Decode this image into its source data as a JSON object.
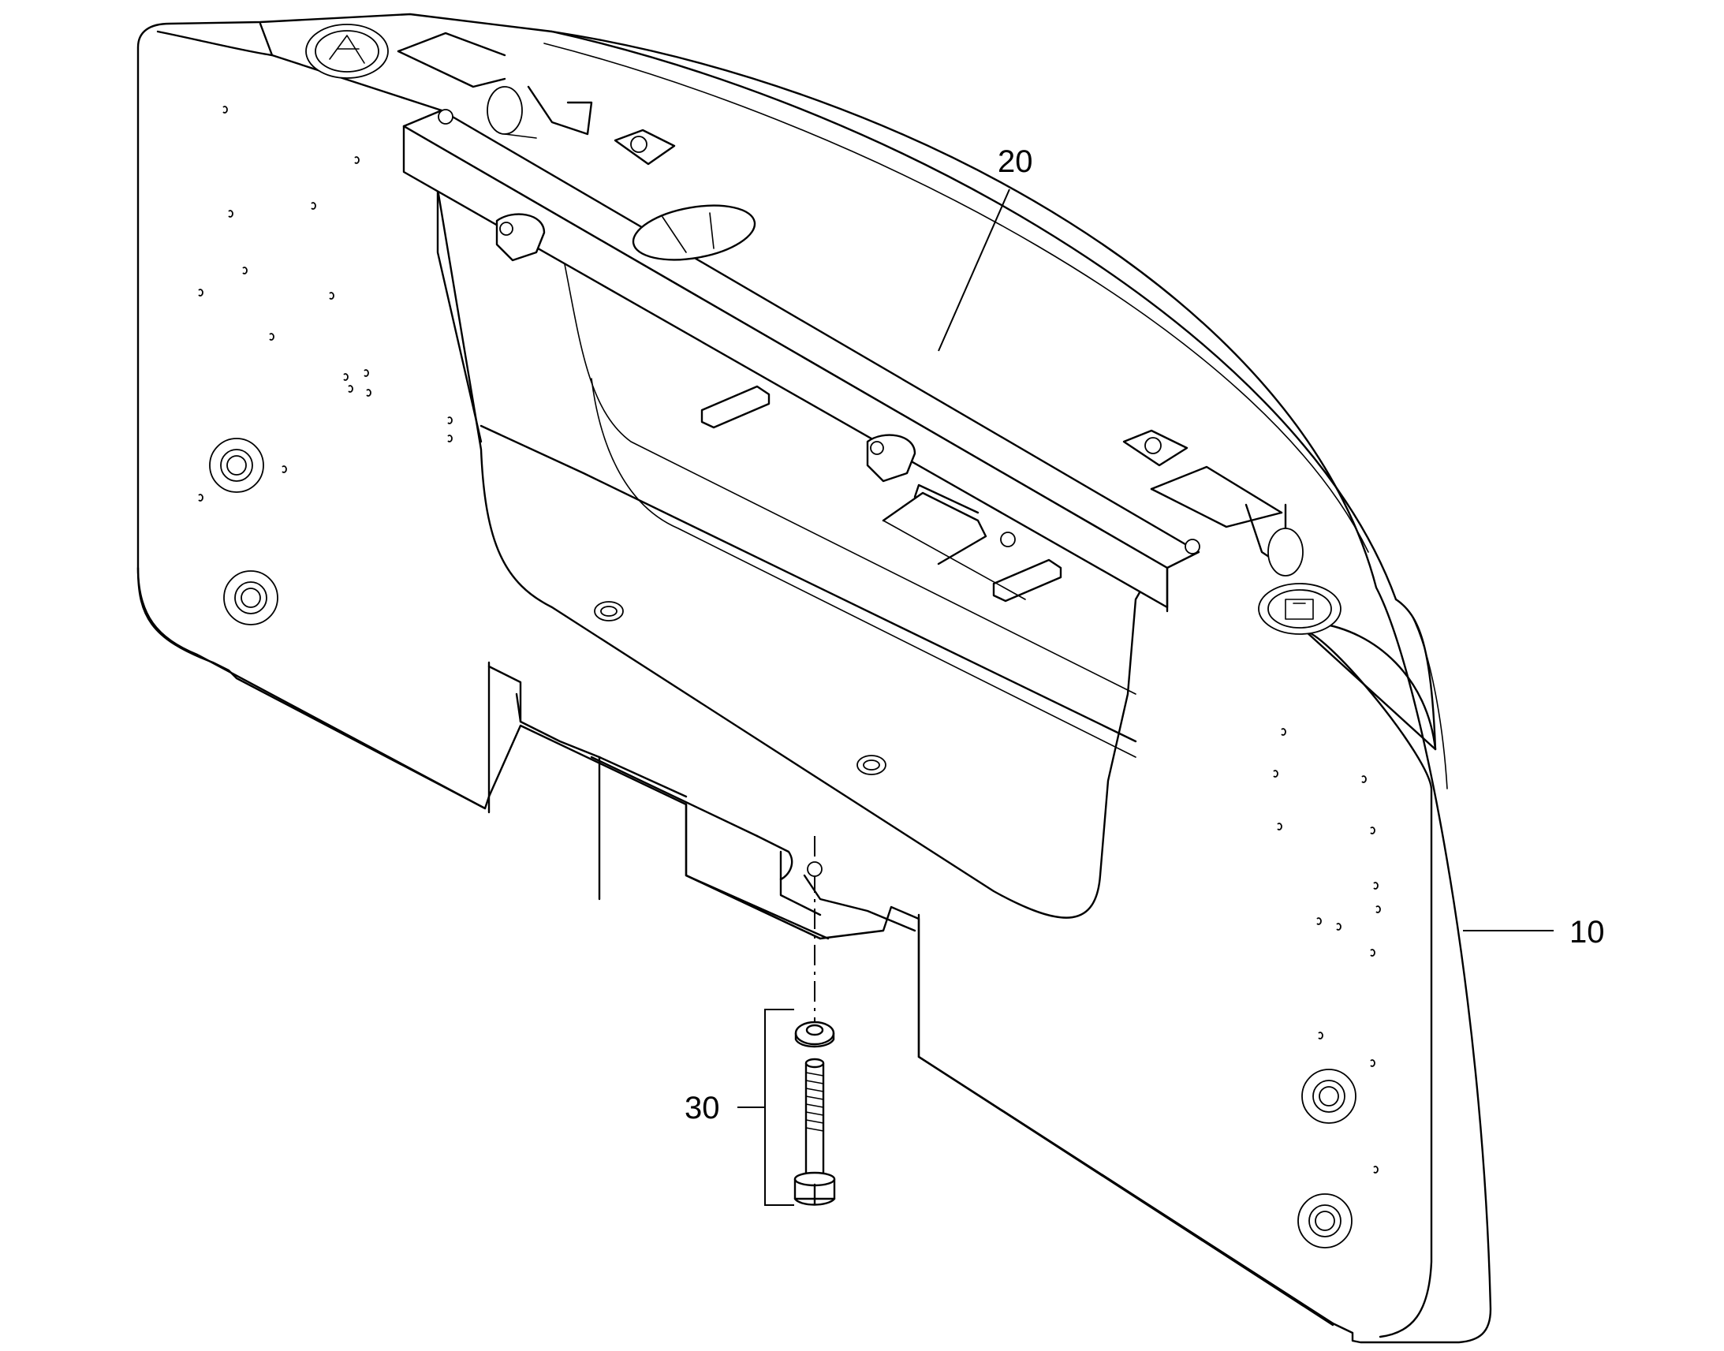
{
  "callouts": {
    "counterweight": "10",
    "bracket": "20",
    "bolt_set": "30"
  }
}
